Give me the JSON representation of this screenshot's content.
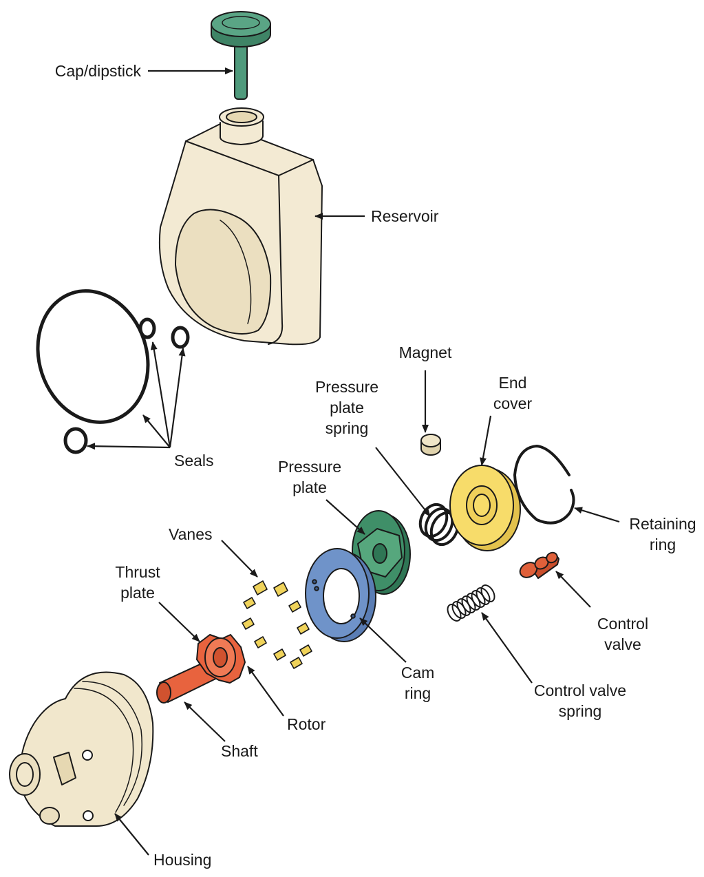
{
  "labels": {
    "cap_dipstick": "Cap/dipstick",
    "reservoir": "Reservoir",
    "seals": "Seals",
    "magnet": "Magnet",
    "pressure_plate_spring": [
      "Pressure",
      "plate",
      "spring"
    ],
    "end_cover": [
      "End",
      "cover"
    ],
    "pressure_plate": [
      "Pressure",
      "plate"
    ],
    "retaining_ring": [
      "Retaining",
      "ring"
    ],
    "vanes": "Vanes",
    "thrust_plate": [
      "Thrust",
      "plate"
    ],
    "control_valve": [
      "Control",
      "valve"
    ],
    "cam_ring": [
      "Cam",
      "ring"
    ],
    "control_valve_spring": [
      "Control valve",
      "spring"
    ],
    "rotor": "Rotor",
    "shaft": "Shaft",
    "housing": "Housing"
  },
  "colors": {
    "outline": "#1a1a1a",
    "cap_green": "#4f9a7c",
    "reservoir_cream": "#f3ead3",
    "housing_cream": "#f1e7cc",
    "end_cover_yellow": "#f7dc6a",
    "cam_ring_blue": "#6f93c9",
    "pressure_plate_green": "#3f8f68",
    "rotor_orange": "#e8633e",
    "vane_yellow": "#f0d35a",
    "control_valve_red": "#e0603a",
    "magnet_cream": "#efe5c8"
  }
}
